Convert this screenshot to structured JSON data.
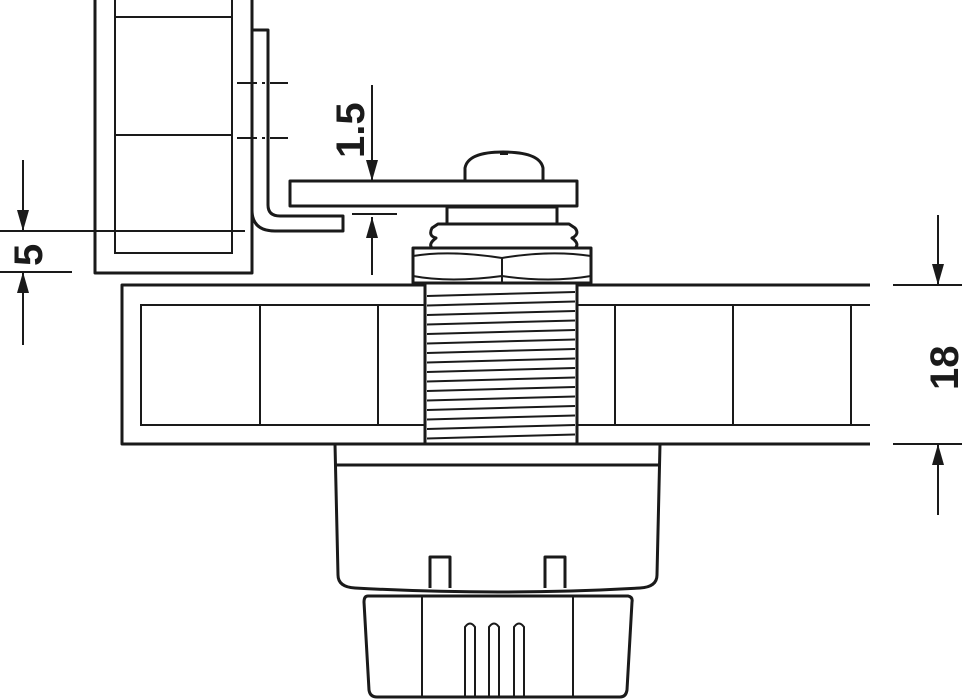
{
  "dimensions": {
    "plate_gap": "1.5",
    "offset": "5",
    "panel_thickness": "18"
  },
  "colors": {
    "line": "#1a1a1a",
    "background": "#ffffff"
  }
}
